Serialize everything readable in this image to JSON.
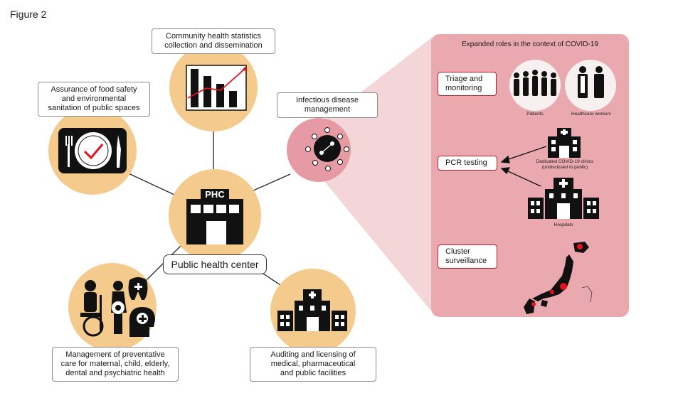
{
  "figure_title": "Figure 2",
  "center": {
    "badge": "PHC",
    "label": "Public health center"
  },
  "nodes": {
    "food_safety": [
      "Assurance of food safety",
      "and environmental",
      "sanitation of public spaces"
    ],
    "statistics": [
      "Community health statistics",
      "collection and dissemination"
    ],
    "infectious": [
      "Infectious disease",
      "management"
    ],
    "preventative": [
      "Management of preventative",
      "care for maternal, child, elderly,",
      "dental and psychiatric health"
    ],
    "auditing": [
      "Auditing and licensing of",
      "medical, pharmaceutical",
      "and public facilities"
    ]
  },
  "covid_panel": {
    "title": "Expanded roles in the context of COVID-19",
    "roles": {
      "triage": [
        "Triage and",
        "monitoring"
      ],
      "pcr": [
        "PCR testing"
      ],
      "cluster": [
        "Cluster",
        "surveillance"
      ]
    },
    "captions": {
      "patients": "Patients",
      "healthcare_workers": "Healthcare workers",
      "clinics": [
        "Dedicated COVID-19 clinics",
        "(undisclosed to public)"
      ],
      "hospitals": "Hospitals"
    }
  },
  "colors": {
    "orange_circle": "#f4cb8c",
    "panel_pink": "#e9a9ae",
    "infectious_pink": "#e69aa4",
    "accent_red": "#e3121b"
  }
}
